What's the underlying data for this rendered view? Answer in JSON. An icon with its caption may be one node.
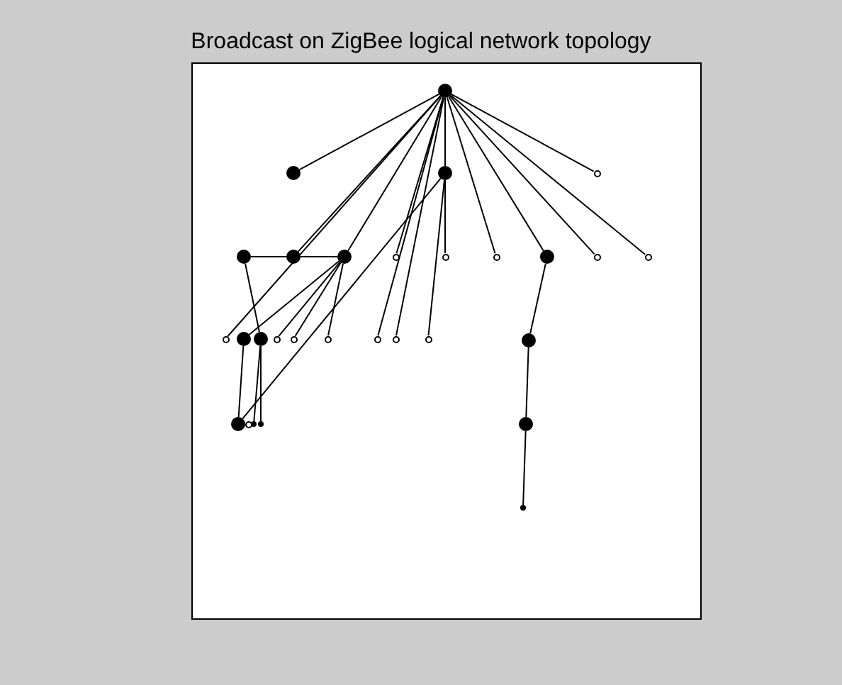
{
  "diagram": {
    "title": "Broadcast on ZigBee logical network topology",
    "nodes": [
      {
        "text": [],
        "shape": "circle"
      },
      {
        "text": [],
        "shape": "circle"
      },
      {
        "text": [],
        "shape": "circle"
      },
      {
        "text": [],
        "shape": "ring"
      },
      {
        "text": [],
        "shape": "circle"
      },
      {
        "text": [],
        "shape": "circle"
      },
      {
        "text": [],
        "shape": "circle"
      },
      {
        "text": [],
        "shape": "ring"
      },
      {
        "text": [],
        "shape": "ring"
      },
      {
        "text": [],
        "shape": "ring"
      },
      {
        "text": [],
        "shape": "circle"
      },
      {
        "text": [],
        "shape": "ring"
      },
      {
        "text": [],
        "shape": "ring"
      },
      {
        "text": [],
        "shape": "ring"
      },
      {
        "text": [],
        "shape": "circle"
      },
      {
        "text": [],
        "shape": "circle"
      },
      {
        "text": [],
        "shape": "ring"
      },
      {
        "text": [],
        "shape": "ring"
      },
      {
        "text": [],
        "shape": "ring"
      },
      {
        "text": [],
        "shape": "ring"
      },
      {
        "text": [],
        "shape": "ring"
      },
      {
        "text": [],
        "shape": "ring"
      },
      {
        "text": [],
        "shape": "circle"
      },
      {
        "text": [],
        "shape": "circle"
      },
      {
        "text": [],
        "shape": "ring"
      },
      {
        "text": [],
        "shape": "dot"
      },
      {
        "text": [],
        "shape": "dot"
      },
      {
        "text": [],
        "shape": "circle"
      },
      {
        "text": [],
        "shape": "dot"
      }
    ],
    "edges": [
      {
        "from": 0,
        "to": 1,
        "arrow": "none"
      },
      {
        "from": 0,
        "to": 2,
        "arrow": "none"
      },
      {
        "from": 0,
        "to": 3,
        "arrow": "none"
      },
      {
        "from": 0,
        "to": 5,
        "arrow": "none"
      },
      {
        "from": 0,
        "to": 13,
        "arrow": "none"
      },
      {
        "from": 0,
        "to": 6,
        "arrow": "none"
      },
      {
        "from": 0,
        "to": 7,
        "arrow": "none"
      },
      {
        "from": 0,
        "to": 19,
        "arrow": "none"
      },
      {
        "from": 0,
        "to": 20,
        "arrow": "none"
      },
      {
        "from": 0,
        "to": 9,
        "arrow": "none"
      },
      {
        "from": 0,
        "to": 10,
        "arrow": "none"
      },
      {
        "from": 0,
        "to": 11,
        "arrow": "none"
      },
      {
        "from": 0,
        "to": 12,
        "arrow": "none"
      },
      {
        "from": 2,
        "to": 8,
        "arrow": "none"
      },
      {
        "from": 2,
        "to": 21,
        "arrow": "none"
      },
      {
        "from": 2,
        "to": 23,
        "arrow": "none"
      },
      {
        "from": 4,
        "to": 5,
        "arrow": "none"
      },
      {
        "from": 5,
        "to": 6,
        "arrow": "none"
      },
      {
        "from": 4,
        "to": 15,
        "arrow": "none"
      },
      {
        "from": 6,
        "to": 14,
        "arrow": "none"
      },
      {
        "from": 6,
        "to": 16,
        "arrow": "none"
      },
      {
        "from": 6,
        "to": 17,
        "arrow": "none"
      },
      {
        "from": 6,
        "to": 18,
        "arrow": "none"
      },
      {
        "from": 14,
        "to": 23,
        "arrow": "none"
      },
      {
        "from": 15,
        "to": 25,
        "arrow": "none"
      },
      {
        "from": 15,
        "to": 26,
        "arrow": "none"
      },
      {
        "from": 10,
        "to": 22,
        "arrow": "none"
      },
      {
        "from": 22,
        "to": 27,
        "arrow": "none"
      },
      {
        "from": 27,
        "to": 28,
        "arrow": "none"
      }
    ]
  }
}
